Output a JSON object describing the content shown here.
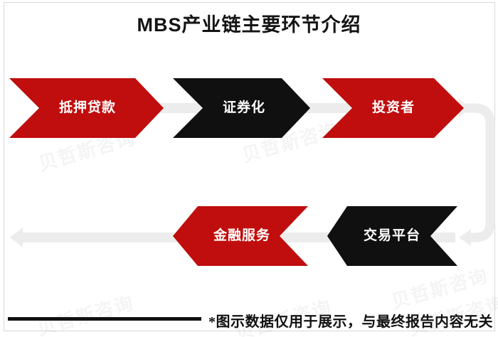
{
  "title": "MBS产业链主要环节介绍",
  "flow": {
    "top_row": [
      {
        "label": "抵押贷款",
        "color": "#c00d0d"
      },
      {
        "label": "证券化",
        "color": "#101010"
      },
      {
        "label": "投资者",
        "color": "#c00d0d"
      }
    ],
    "bottom_row": [
      {
        "label": "交易平台",
        "color": "#101010"
      },
      {
        "label": "金融服务",
        "color": "#c00d0d"
      }
    ],
    "connector_color": "#ececec",
    "direction_note": "top row flows right, loops down on right side, bottom row flows left"
  },
  "footnote": "*图示数据仅用于展示，与最终报告内容无关",
  "watermark_text": "贝哲斯咨询",
  "colors": {
    "accent_red": "#c00d0d",
    "chevron_black": "#101010",
    "connector_gray": "#ececec",
    "frame_border": "#d8d8d8",
    "text_black": "#141414",
    "background": "#ffffff"
  }
}
